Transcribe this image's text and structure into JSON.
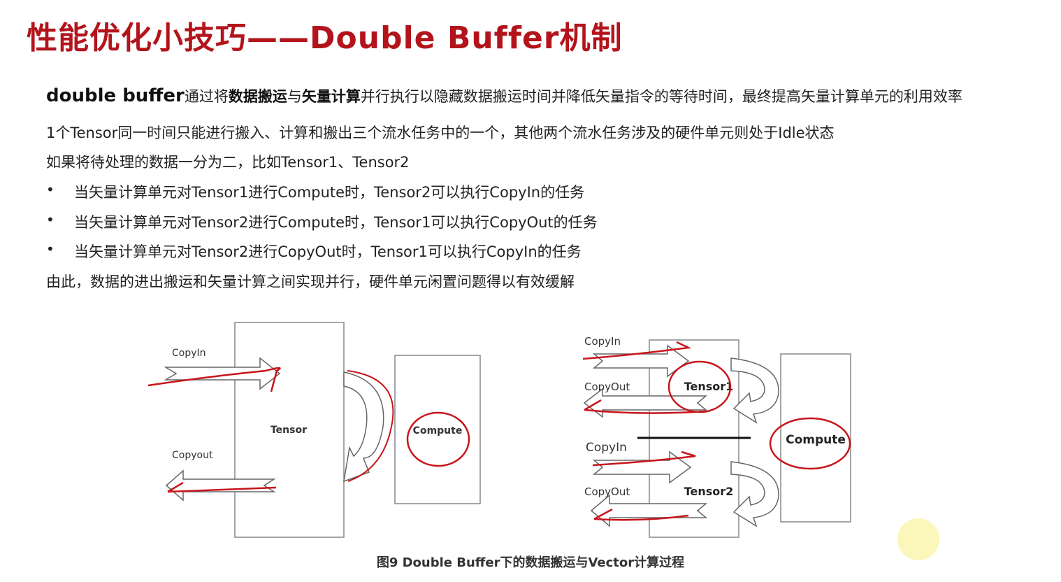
{
  "title": "性能优化小技巧——Double Buffer机制",
  "intro": {
    "lead": "double buffer",
    "p1": "通过将",
    "b1": "数据搬运",
    "p2": "与",
    "b2": "矢量计算",
    "p3": "并行执行以隐藏数据搬运时间并降低矢量指令的等待时间，最终提高矢量计算单元的利用效率"
  },
  "lines": [
    "1个Tensor同一时间只能进行搬入、计算和搬出三个流水任务中的一个，其他两个流水任务涉及的硬件单元则处于Idle状态",
    "如果将待处理的数据一分为二，比如Tensor1、Tensor2"
  ],
  "bullets": [
    "当矢量计算单元对Tensor1进行Compute时，Tensor2可以执行CopyIn的任务",
    "当矢量计算单元对Tensor2进行Compute时，Tensor1可以执行CopyOut的任务",
    "当矢量计算单元对Tensor2进行CopyOut时，Tensor1可以执行CopyIn的任务"
  ],
  "conclusion": "由此，数据的进出搬运和矢量计算之间实现并行，硬件单元闲置问题得以有效缓解",
  "bullet_symbol": "•",
  "figure": {
    "left": {
      "copyin": "CopyIn",
      "tensor": "Tensor",
      "copyout": "Copyout",
      "compute": "Compute"
    },
    "right": {
      "copyin1": "CopyIn",
      "copyout1": "CopyOut",
      "tensor1": "Tensor1",
      "copyin2": "CopyIn",
      "copyout2": "CopyOut",
      "tensor2": "Tensor2",
      "compute": "Compute"
    },
    "caption": "图9 Double Buffer下的数据搬运与Vector计算过程"
  },
  "colors": {
    "title": "#b3141c",
    "annotation": "#c8151b",
    "pointer": "#fbf6b4"
  }
}
